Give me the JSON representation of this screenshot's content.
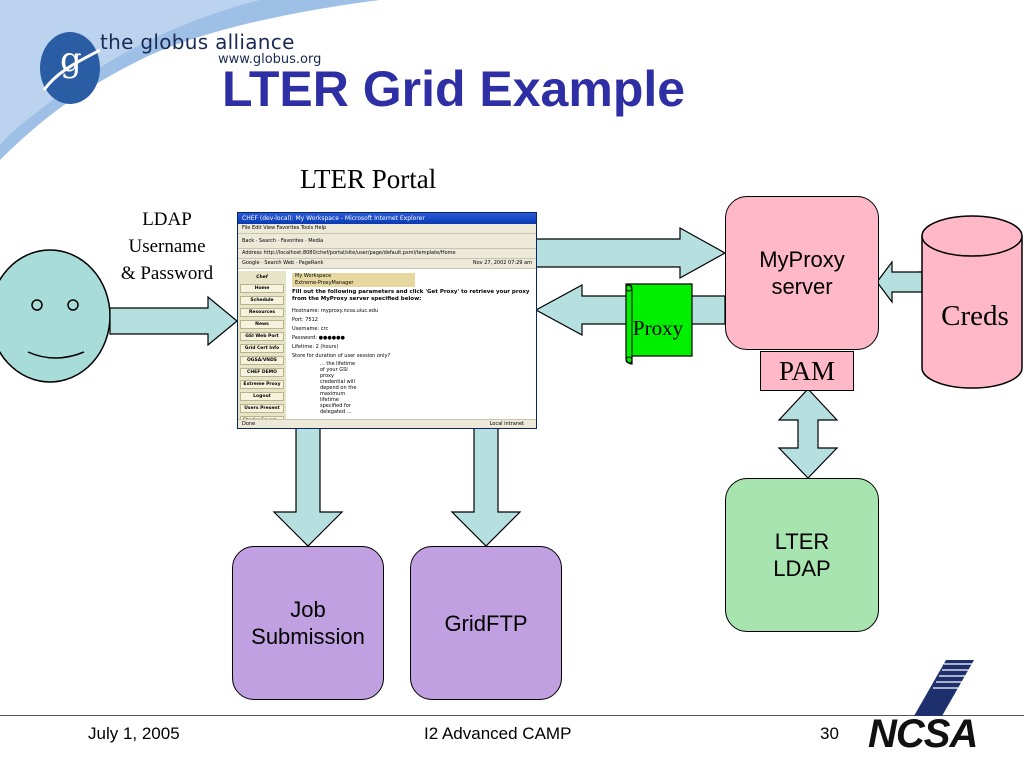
{
  "header": {
    "logo_text": "the globus alliance",
    "logo_url": "www.globus.org",
    "logo_letter": "g"
  },
  "title": "LTER Grid Example",
  "diagram": {
    "portal_label": "LTER Portal",
    "ldap_label_lines": [
      "LDAP",
      "Username",
      "& Password"
    ],
    "myproxy_server_lines": [
      "MyProxy",
      "server"
    ],
    "pam_label": "PAM",
    "creds_label": "Creds",
    "proxy_label": "Proxy",
    "lter_ldap_lines": [
      "LTER",
      "LDAP"
    ],
    "job_submission_lines": [
      "Job",
      "Submission"
    ],
    "gridftp_label": "GridFTP"
  },
  "browser": {
    "window_title": "CHEF (dev-local): My Workspace - Microsoft Internet Explorer",
    "menu": "File   Edit   View   Favorites   Tools   Help",
    "toolbar": "Back  ·  Search  ·  Favorites  ·  Media",
    "address": "Address  http://localhost:8080/chef/portal/site/user/page/default.psml/template/Home",
    "links_bar": "Google  ·  Search Web  ·  PageRank",
    "date": "Nov 27, 2002 07:29 am",
    "logo": "Chef",
    "sidebar_items": [
      "Home",
      "Schedule",
      "Resources",
      "News",
      "GSI Web Port",
      "Grid Cert Info",
      "OGSA/VNDS",
      "CHEF DEMO",
      "Extreme Proxy",
      "Logout",
      "Users Present",
      "Charles Severa..."
    ],
    "content_header": "My Workspace\nExtreme-ProxyManager",
    "content_intro": "Fill out the following parameters and click 'Get Proxy' to retrieve your proxy from the MyProxy server specified below:",
    "fields": [
      {
        "label": "Hostname:",
        "value": "myproxy.ncsa.uiuc.edu"
      },
      {
        "label": "Port:",
        "value": "7512"
      },
      {
        "label": "Username:",
        "value": "crc"
      },
      {
        "label": "Password:",
        "value": "●●●●●●"
      },
      {
        "label": "Lifetime:",
        "value": "2   (hours)"
      }
    ],
    "store_text": "Store for duration of user session only?",
    "note_text": "... the lifetime of your GSI proxy credential will depend on the maximum lifetime specified for delegated ...",
    "status_left": "Done",
    "status_right": "Local intranet"
  },
  "footer": {
    "date": "July 1, 2005",
    "event": "I2 Advanced CAMP",
    "page": "30",
    "logo": "NCSA"
  }
}
